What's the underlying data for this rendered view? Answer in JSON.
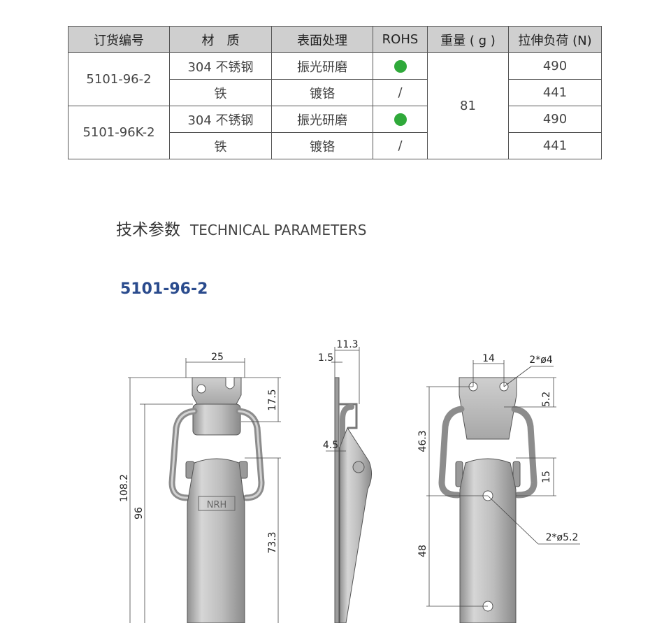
{
  "table": {
    "headers": [
      "订货编号",
      "材　质",
      "表面处理",
      "ROHS",
      "重量 ( g )",
      "拉伸负荷 (N)"
    ],
    "rows": [
      {
        "order_no": "5101-96-2",
        "material": "304 不锈钢",
        "surface": "振光研磨",
        "rohs": "compliant",
        "load": "490"
      },
      {
        "order_no": "",
        "material": "铁",
        "surface": "镀铬",
        "rohs": "/",
        "load": "441"
      },
      {
        "order_no": "5101-96K-2",
        "material": "304 不锈钢",
        "surface": "振光研磨",
        "rohs": "compliant",
        "load": "490"
      },
      {
        "order_no": "",
        "material": "铁",
        "surface": "镀铬",
        "rohs": "/",
        "load": "441"
      }
    ],
    "weight": "81",
    "rohs_color": "#2fa93a"
  },
  "section": {
    "title_cn": "技术参数",
    "title_en": "TECHNICAL PARAMETERS"
  },
  "model": "5101-96-2",
  "dimensions": {
    "front_width": "25",
    "front_top_height": "17.5",
    "front_overall": "108.2",
    "front_inner": "96",
    "front_lower": "73.3",
    "side_depth": "11.3",
    "side_thickness": "1.5",
    "side_offset": "4.5",
    "back_hole_spacing": "14",
    "back_hole_spec": "2*ø4",
    "back_hole_offset": "5.2",
    "back_plate_height": "46.3",
    "back_gap": "15",
    "back_lower_spacing": "48",
    "back_lower_hole_spec": "2*ø5.2"
  },
  "logo_text": "NRH",
  "colors": {
    "header_bg": "#cfcfcf",
    "model_blue": "#2a4b8d",
    "metal": "#bdbdbd"
  }
}
